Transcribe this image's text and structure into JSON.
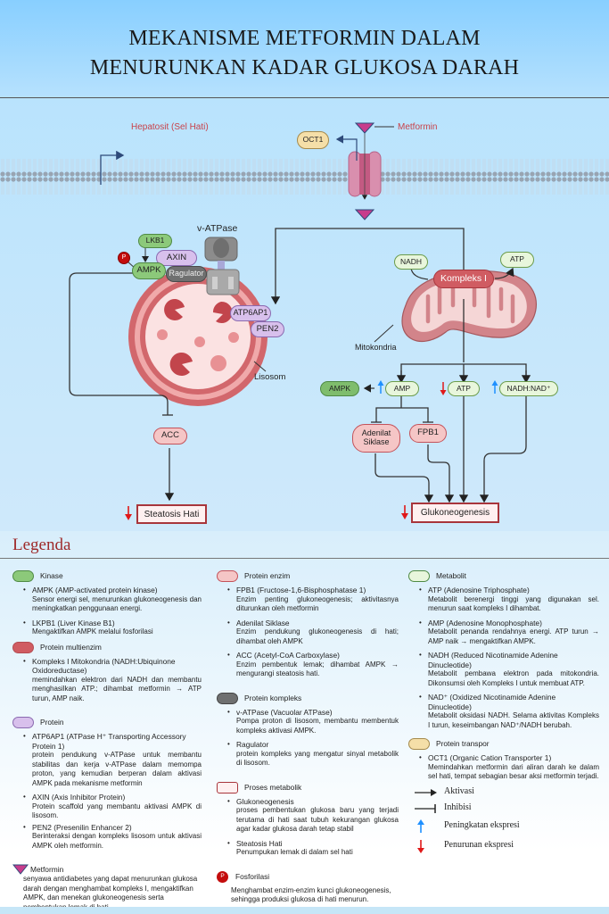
{
  "header": {
    "title_line1": "MEKANISME METFORMIN DALAM",
    "title_line2": "MENURUNKAN KADAR GLUKOSA  DARAH"
  },
  "diagram": {
    "hepatocyte_label": "Hepatosit (Sel Hati)",
    "metformin_label": "Metformin",
    "oct1": "OCT1",
    "v_atpase": "v-ATPase",
    "lkb1": "LKB1",
    "axin": "AXIN",
    "ampk": "AMPK",
    "regulator": "Ragulator",
    "phospho": "P",
    "atp6ap1": "ATP6AP1",
    "pen2": "PEN2",
    "lysosome": "Lisosom",
    "acc": "ACC",
    "steatosis": "Steatosis Hati",
    "nadh": "NADH",
    "atp_top": "ATP",
    "complex1": "Kompleks I",
    "mitochondria": "Mitokondria",
    "ampk_right": "AMPK",
    "amp": "AMP",
    "atp_mid": "ATP",
    "nadh_nad": "NADH:NAD⁺",
    "adenylate": "Adenilat Siklase",
    "fpb1": "FPB1",
    "gluconeo": "Glukoneogenesis"
  },
  "legend": {
    "title": "Legenda",
    "col1": {
      "kinase": {
        "label": "Kinase",
        "items": [
          {
            "name": "AMPK (AMP-activated protein kinase)",
            "desc": "Sensor energi sel, menurunkan glukoneogenesis dan meningkatkan penggunaan energi."
          },
          {
            "name": "LKPB1 (Liver Kinase B1)",
            "desc": "Mengaktifkan AMPK melalui fosforilasi"
          }
        ]
      },
      "multienzyme": {
        "label": "Protein multienzim",
        "items": [
          {
            "name": "Kompleks I Mitokondria (NADH:Ubiquinone Oxidoreductase)",
            "desc": "memindahkan elektron dari NADH dan membantu menghasilkan ATP.; dihambat metformin → ATP turun, AMP naik."
          }
        ]
      },
      "protein": {
        "label": "Protein",
        "items": [
          {
            "name": "ATP6AP1 (ATPase H⁺ Transporting Accessory Protein 1)",
            "desc": "protein pendukung v-ATPase untuk membantu stabilitas dan kerja v-ATPase dalam memompa proton, yang kemudian berperan dalam aktivasi AMPK pada mekanisme metformin"
          },
          {
            "name": "AXIN (Axis Inhibitor Protein)",
            "desc": "Protein scaffold yang membantu aktivasi AMPK di lisosom."
          },
          {
            "name": "PEN2 (Presenilin Enhancer 2)",
            "desc": "Berinteraksi dengan kompleks lisosom untuk aktivasi AMPK oleh metformin."
          }
        ]
      },
      "metformin": {
        "label": "Metformin",
        "desc": "senyawa antidiabetes yang dapat menurunkan glukosa darah dengan menghambat kompleks I, mengaktifkan AMPK, dan menekan glukoneogenesis serta pembentukan lemak di hati."
      }
    },
    "col2": {
      "enzyme": {
        "label": "Protein enzim",
        "items": [
          {
            "name": "FPB1 (Fructose-1,6-Bisphosphatase 1)",
            "desc": "Enzim penting glukoneogenesis; aktivitasnya diturunkan oleh metformin"
          },
          {
            "name": "Adenilat Siklase",
            "desc": "Enzim pendukung glukoneogenesis di hati; dihambat oleh AMPK"
          },
          {
            "name": "ACC (Acetyl-CoA Carboxylase)",
            "desc": "Enzim pembentuk lemak; dihambat AMPK → mengurangi steatosis hati."
          }
        ]
      },
      "complex": {
        "label": "Protein kompleks",
        "items": [
          {
            "name": "v-ATPase (Vacuolar ATPase)",
            "desc": "Pompa proton di lisosom, membantu membentuk kompleks aktivasi AMPK."
          },
          {
            "name": "Ragulator",
            "desc": "protein kompleks yang mengatur sinyal metabolik di lisosom."
          }
        ]
      },
      "process": {
        "label": "Proses metabolik",
        "items": [
          {
            "name": "Glukoneogenesis",
            "desc": "proses pembentukan glukosa baru yang terjadi terutama di hati saat tubuh kekurangan glukosa agar kadar glukosa darah tetap stabil"
          },
          {
            "name": "Steatosis Hati",
            "desc": "Penumpukan lemak di dalam sel hati"
          }
        ]
      },
      "phospho": {
        "label": "Fosforilasi",
        "symbol": "P",
        "desc": "Menghambat enzim-enzim kunci glukoneogenesis, sehingga produksi glukosa di hati menurun."
      }
    },
    "col3": {
      "metabolite": {
        "label": "Metabolit",
        "items": [
          {
            "name": "ATP (Adenosine Triphosphate)",
            "desc": "Metabolit berenergi tinggi yang digunakan sel. menurun saat kompleks I dihambat."
          },
          {
            "name": "AMP (Adenosine Monophosphate)",
            "desc": "Metabolit penanda rendahnya energi. ATP turun → AMP naik → mengaktifkan AMPK."
          },
          {
            "name": "NADH (Reduced Nicotinamide Adenine Dinucleotide)",
            "desc": "Metabolit pembawa elektron pada mitokondria. Dikonsumsi oleh Kompleks I untuk membuat ATP."
          },
          {
            "name": "NAD⁺ (Oxidized Nicotinamide Adenine Dinucleotide)",
            "desc": "Metabolit oksidasi NADH. Selama aktivitas Kompleks I turun, keseimbangan NAD⁺/NADH berubah."
          }
        ]
      },
      "transport": {
        "label": "Protein transpor",
        "items": [
          {
            "name": "OCT1 (Organic Cation Transporter 1)",
            "desc": "Memindahkan metformin dari aliran darah ke dalam sel hati, tempat sebagian besar aksi metformin terjadi."
          }
        ]
      },
      "keys": {
        "activation": "Aktivasi",
        "inhibition": "Inhibisi",
        "increase": "Peningkatan ekspresi",
        "decrease": "Penurunan ekspresi"
      }
    }
  },
  "colors": {
    "kinase": "#8cc97a",
    "protein": "#d8c0ec",
    "complex": "#6f7070",
    "enzyme": "#f5c6c6",
    "metabolite": "#e8f6dc",
    "transport": "#f5dfa8",
    "multienzyme": "#d05c62",
    "metformin": "#c83c8c",
    "increase": "#1e90ff",
    "decrease": "#e01818",
    "title_red": "#9e2a2a"
  }
}
